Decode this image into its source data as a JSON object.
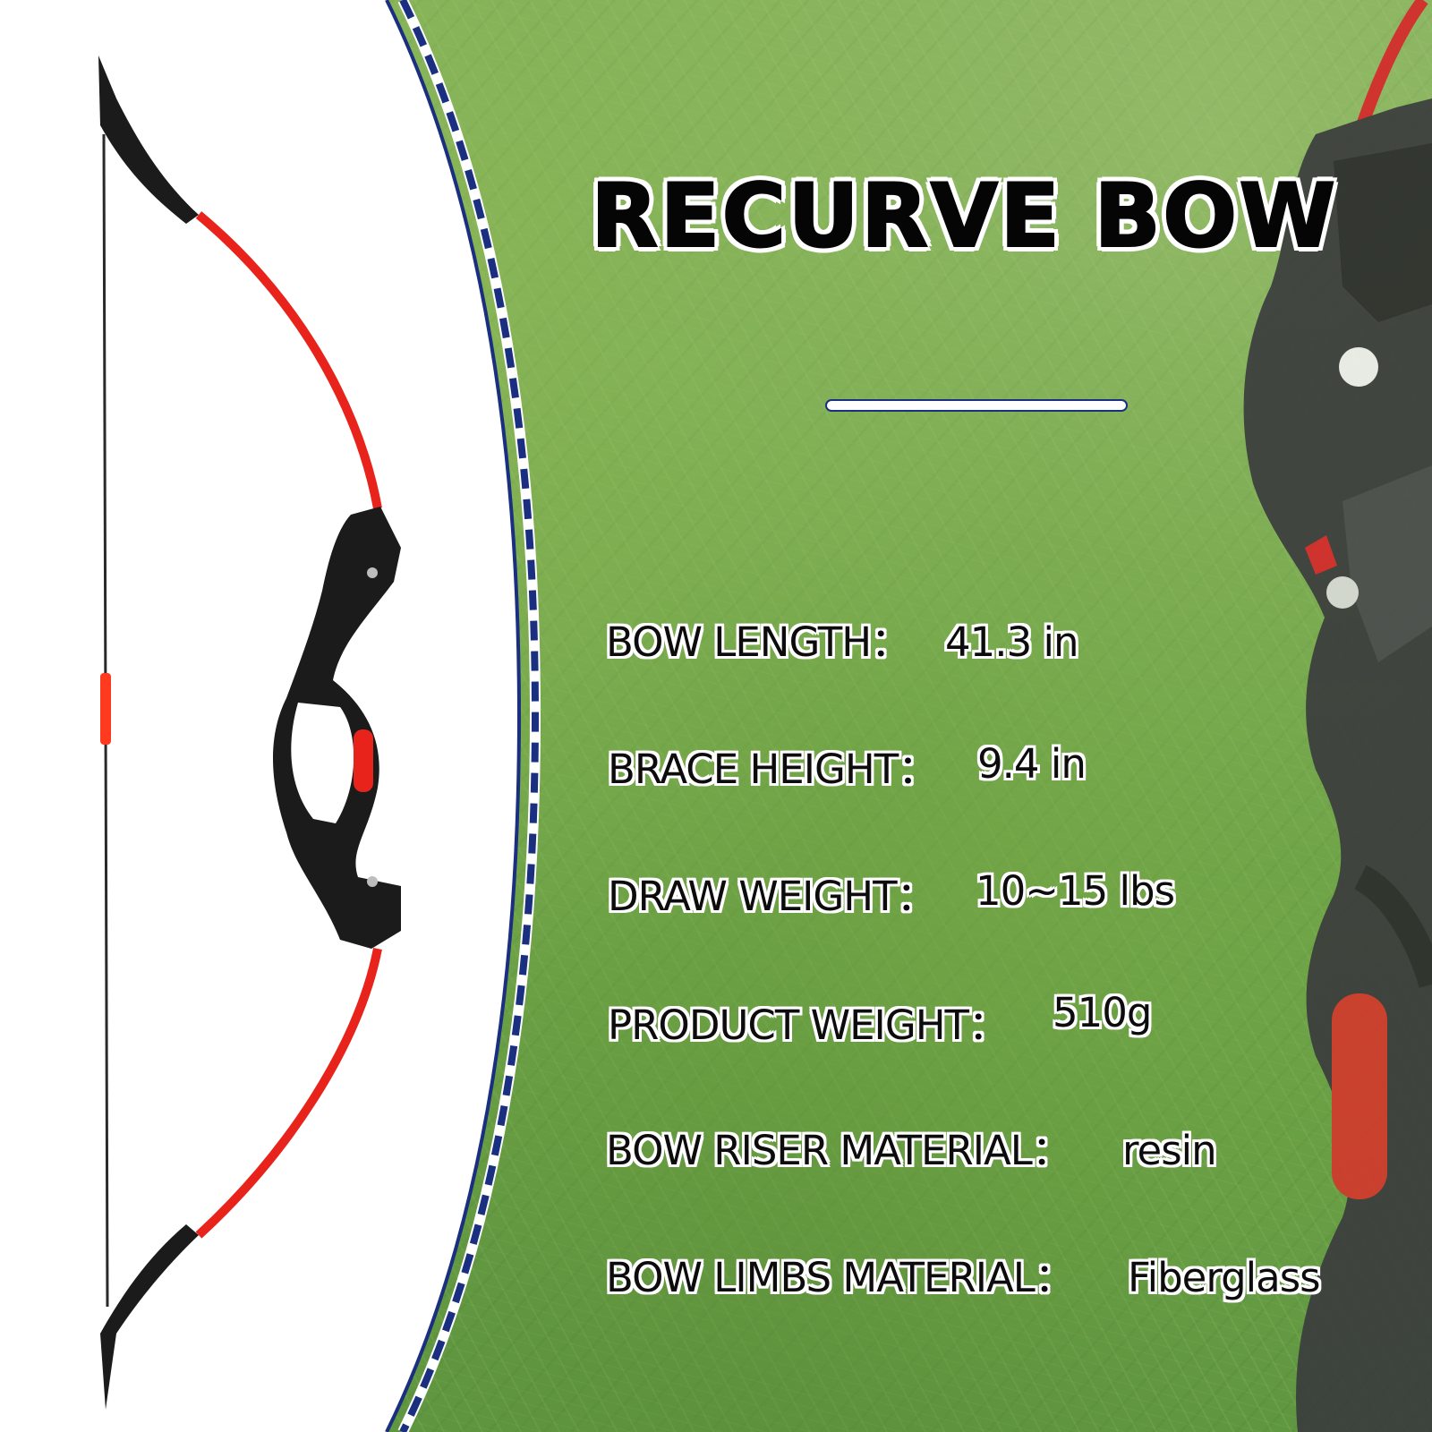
{
  "title": "RECURVE BOW",
  "specs": [
    {
      "label": "BOW LENGTH：",
      "value": "41.3 in"
    },
    {
      "label": "BRACE HEIGHT：",
      "value": "9.4 in"
    },
    {
      "label": "DRAW WEIGHT：",
      "value": "10~15 lbs"
    },
    {
      "label": "PRODUCT WEIGHT：",
      "value": "510g"
    },
    {
      "label": "BOW RISER MATERIAL：",
      "value": "resin"
    },
    {
      "label": "BOW LIMBS MATERIAL：",
      "value": "Fiberglass"
    }
  ],
  "colors": {
    "accent_blue": "#1a2f80",
    "limb_red": "#e8231b",
    "riser_black": "#1b1b1b"
  }
}
